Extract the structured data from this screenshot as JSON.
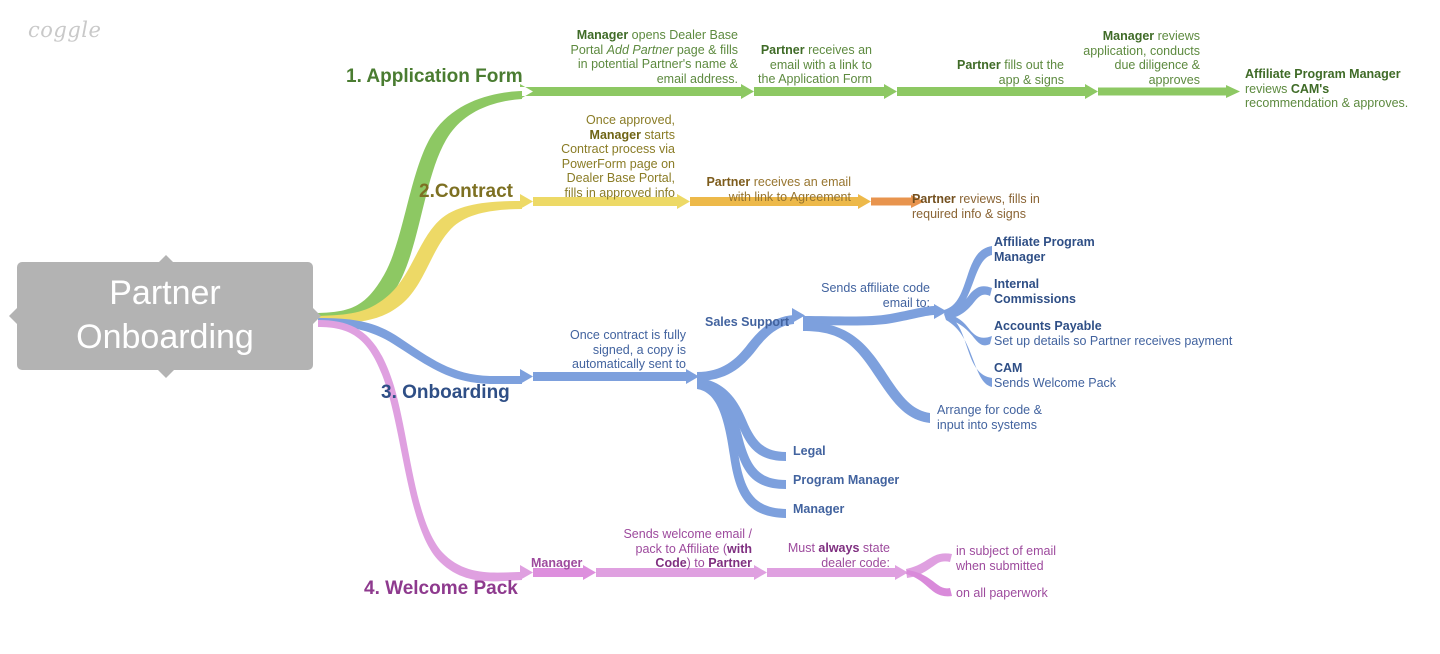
{
  "app": {
    "logo": "coggle"
  },
  "root": {
    "title": "Partner\nOnboarding",
    "color": "#b3b3b3",
    "text_color": "#ffffff"
  },
  "colors": {
    "green": "#8dc863",
    "yellow": "#edd966",
    "amber": "#edb94a",
    "orange": "#e8944e",
    "blue": "#7da0dd",
    "pink": "#dfa0e0",
    "gray": "#b3b3b3",
    "green_text": "#4a7c31",
    "olive_text": "#7d7022",
    "blue_text": "#2f4f86",
    "purple_text": "#8e3a8e"
  },
  "branches": {
    "application_form": {
      "title": "1. Application Form",
      "n1_a": "Manager",
      "n1_b": " opens Dealer Base\nPortal ",
      "n1_c": "Add Partner",
      "n1_d": " page & fills\nin potential Partner's name &\nemail address.",
      "n2_a": "Partner",
      "n2_b": " receives an\nemail with a link to\nthe Application Form",
      "n3_a": "Partner",
      "n3_b": " fills out the\napp & signs",
      "n4_a": "Manager",
      "n4_b": " reviews\napplication, conducts\ndue diligence &\napproves",
      "n5_a": "Affiliate Program Manager",
      "n5_b": "\nreviews ",
      "n5_c": "CAM's",
      "n5_d": "\nrecommendation & approves."
    },
    "contract": {
      "title": "2.Contract",
      "n1_a": "Once approved,\n",
      "n1_b": "Manager",
      "n1_c": " starts\nContract process via\nPowerForm page on\nDealer Base Portal,\nfills in approved info",
      "n2_a": "Partner",
      "n2_b": " receives an email\nwith link to Agreement",
      "n3_a": "Partner",
      "n3_b": " reviews, fills in\nrequired info & signs"
    },
    "onboarding": {
      "title": "3. Onboarding",
      "n1": "Once contract is fully\nsigned, a copy is\nautomatically sent to",
      "sales_support": "Sales Support",
      "sends_affiliate": "Sends affiliate code\nemail to:",
      "recipients": [
        {
          "label": "Affiliate Program\nManager",
          "detail": ""
        },
        {
          "label": "Internal\nCommissions",
          "detail": ""
        },
        {
          "label": "Accounts Payable",
          "detail": "Set up details so Partner receives payment"
        },
        {
          "label": "CAM",
          "detail": "Sends Welcome Pack"
        }
      ],
      "arrange_code": "Arrange for code &\ninput into systems",
      "copy_recipients": [
        "Legal",
        "Program Manager",
        "Manager"
      ]
    },
    "welcome_pack": {
      "title": "4. Welcome Pack",
      "n1": "Manager",
      "n2_a": "Sends welcome email /\npack to Affiliate (",
      "n2_b": "with\nCode",
      "n2_c": ") to ",
      "n2_d": "Partner",
      "n3_a": "Must ",
      "n3_b": "always",
      "n3_c": " state\ndealer code:",
      "leaves": [
        "in subject of email\nwhen submitted",
        "on all paperwork"
      ]
    }
  }
}
